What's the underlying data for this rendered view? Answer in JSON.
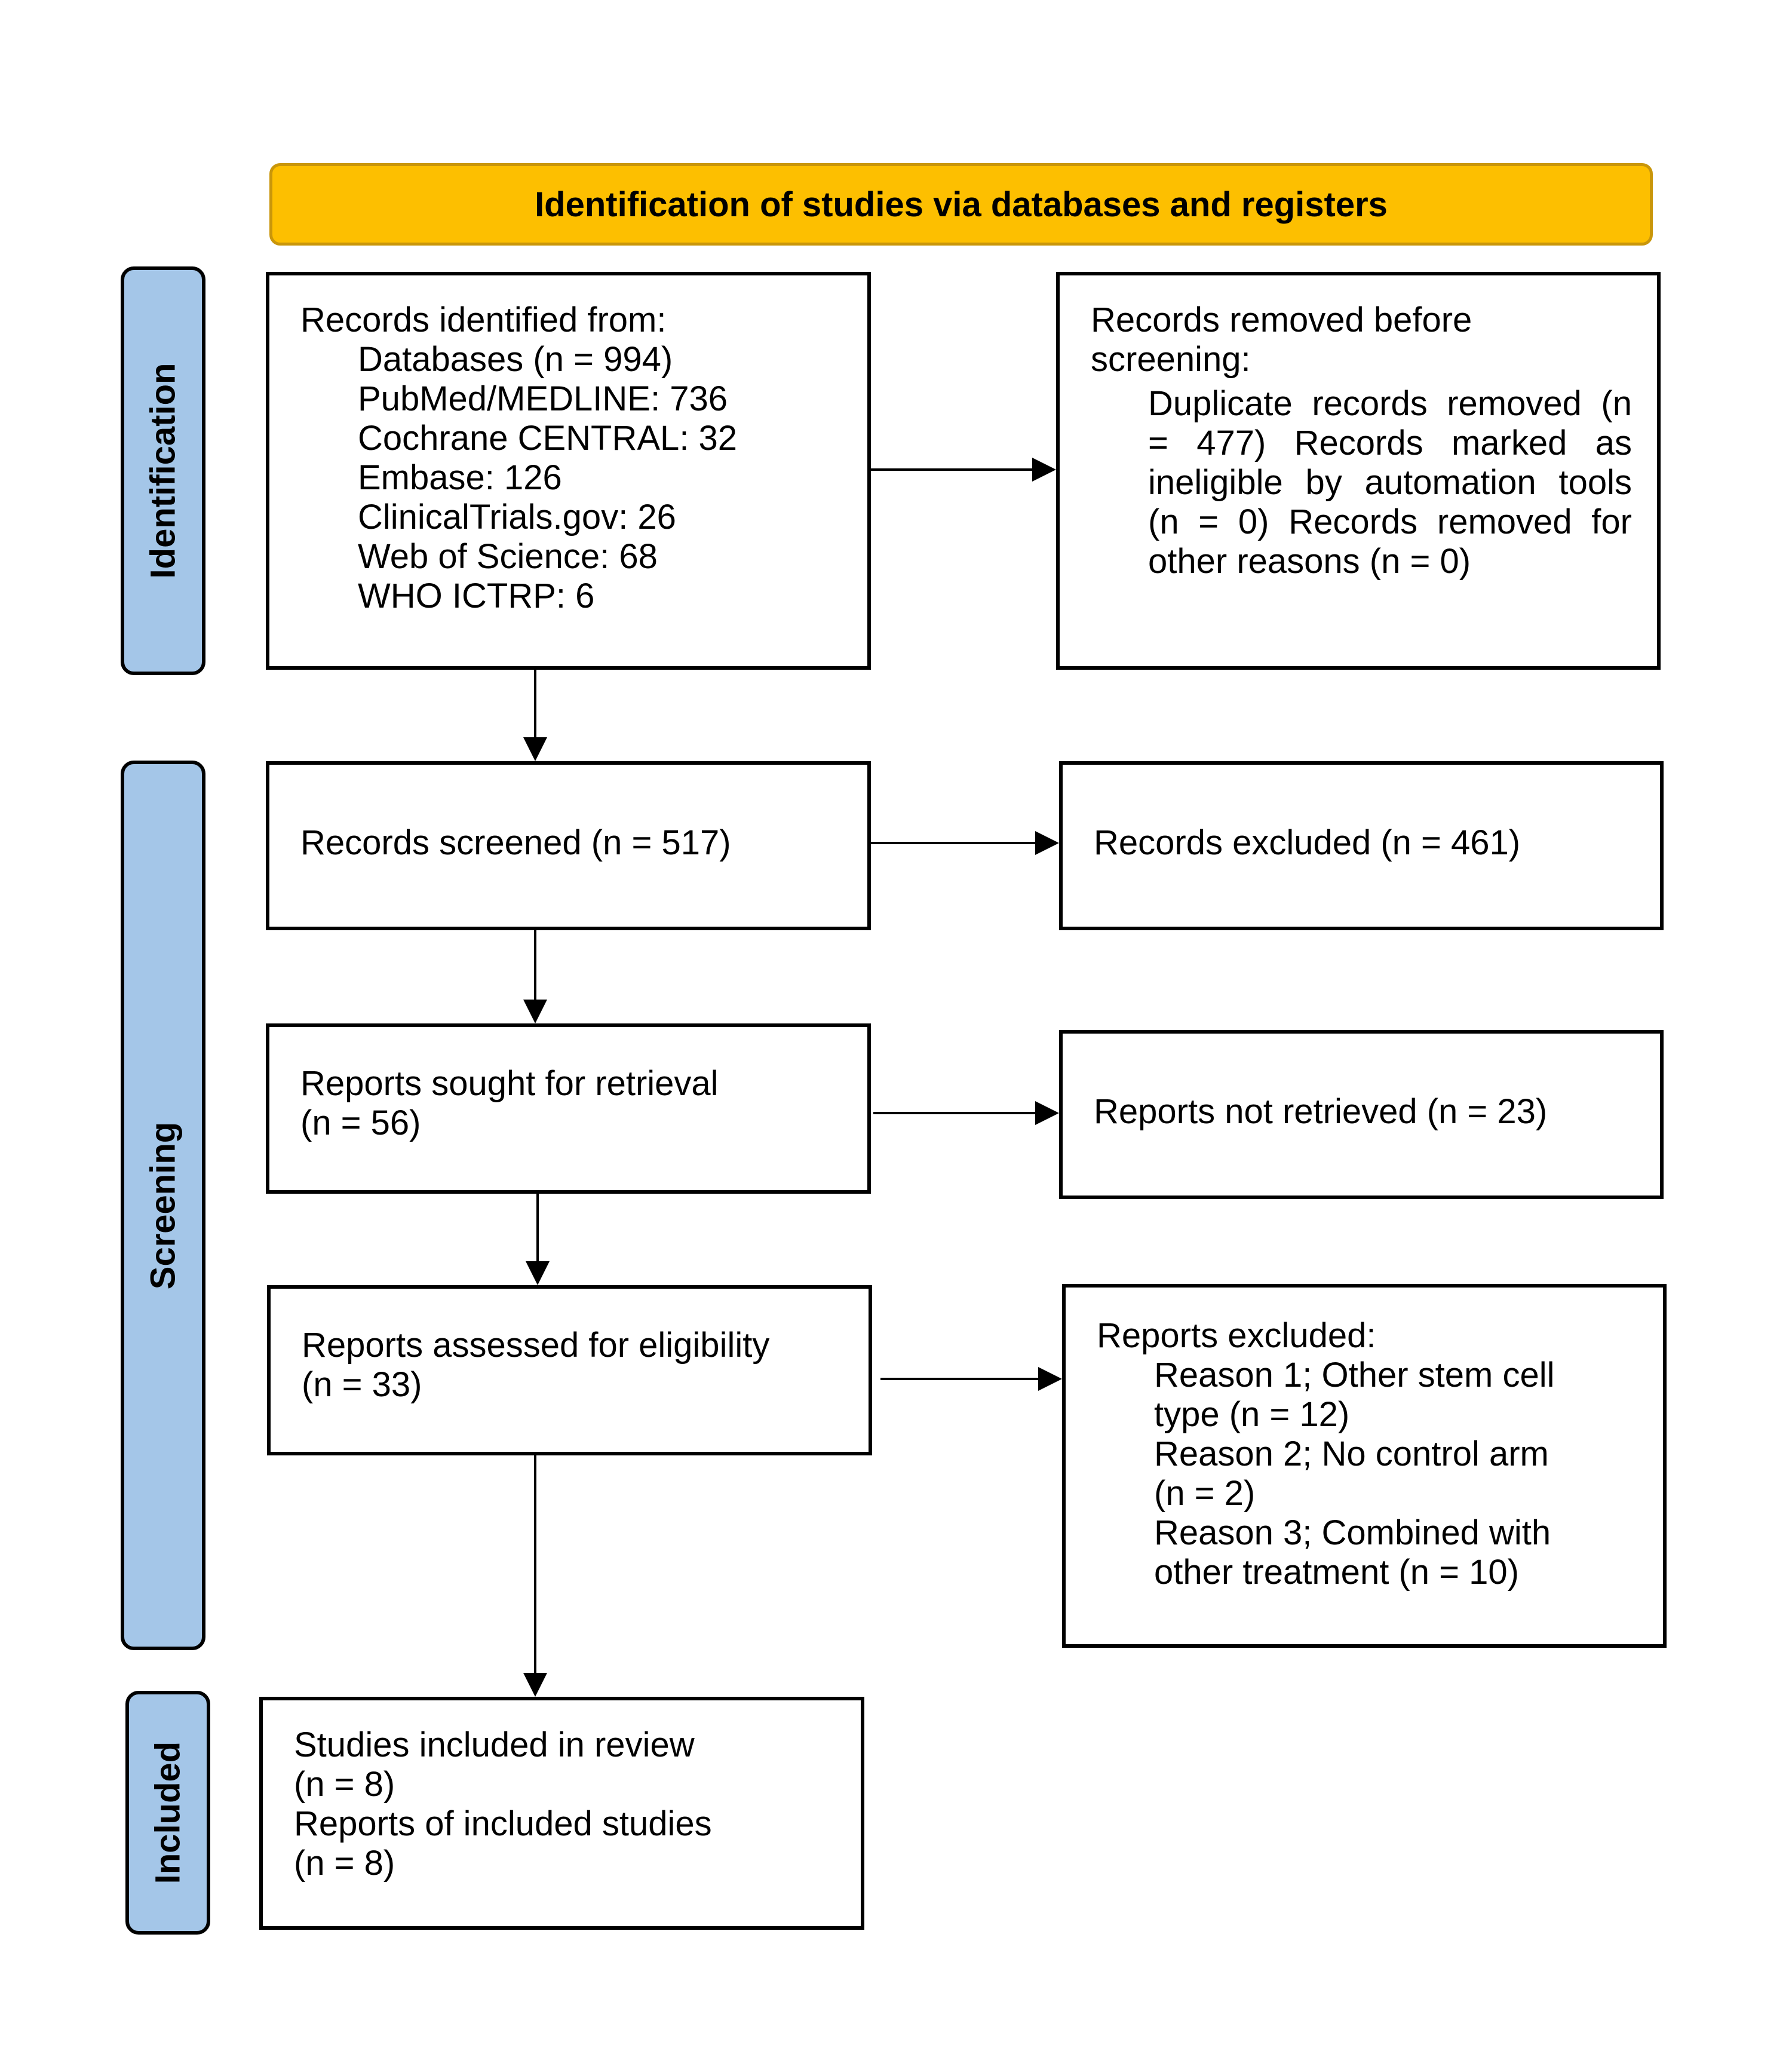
{
  "header": {
    "title": "Identification of studies via databases and registers"
  },
  "phases": {
    "identification": "Identification",
    "screening": "Screening",
    "included": "Included"
  },
  "records_identified": {
    "heading": "Records identified from:",
    "items": [
      "Databases (n = 994)",
      "PubMed/MEDLINE: 736",
      "Cochrane CENTRAL: 32",
      "Embase: 126",
      "ClinicalTrials.gov: 26",
      "Web of Science: 68",
      "WHO ICTRP: 6"
    ]
  },
  "records_removed": {
    "heading": "Records removed before screening:",
    "body": "Duplicate records removed (n = 477) Records marked as ineligible by automation tools (n = 0) Records removed for other reasons (n = 0)"
  },
  "records_screened": "Records screened (n = 517)",
  "records_excluded": "Records excluded (n = 461)",
  "reports_sought": {
    "line1": "Reports sought for retrieval",
    "line2": "(n = 56)"
  },
  "reports_not_retrieved": "Reports not retrieved (n = 23)",
  "reports_assessed": {
    "line1": "Reports assessed for eligibility",
    "line2": "(n = 33)"
  },
  "reports_excluded": {
    "heading": "Reports excluded:",
    "lines": [
      "Reason 1; Other stem cell",
      "type (n = 12)",
      "Reason 2; No control arm",
      "(n = 2)",
      "Reason 3; Combined with",
      "other treatment (n = 10)"
    ]
  },
  "studies_included": {
    "lines": [
      "Studies included in review",
      "(n = 8)",
      "Reports of included studies",
      "(n = 8)"
    ]
  },
  "colors": {
    "banner": "#fdbf00",
    "banner_border": "#c9960a",
    "phase": "#a4c6e8",
    "line": "#000000"
  }
}
